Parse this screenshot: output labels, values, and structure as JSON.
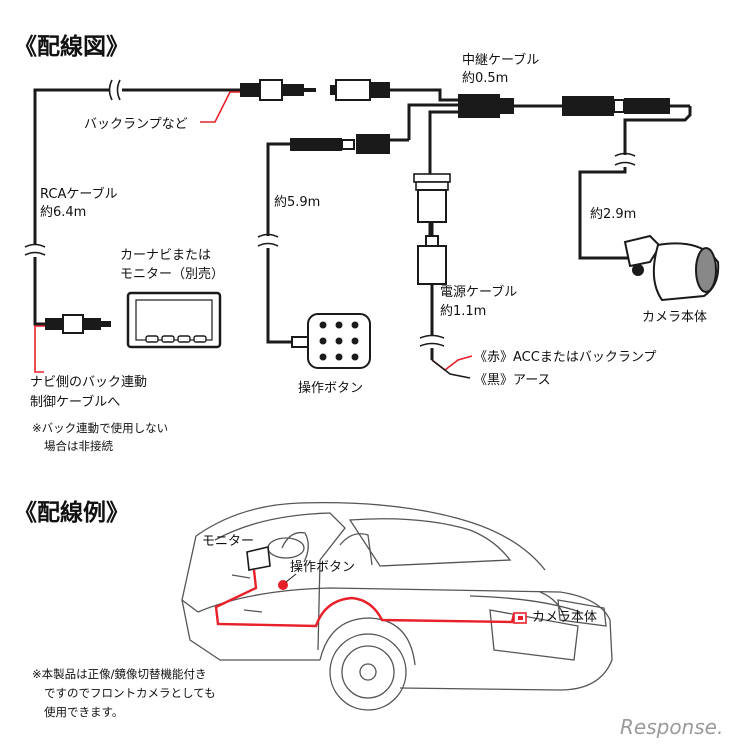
{
  "wiring_title": "《配線図》",
  "example_title": "《配線例》",
  "labels": {
    "relay_cable": "中継ケーブル",
    "relay_len": "約0.5m",
    "back_lamp": "バックランプなど",
    "rca_cable": "RCAケーブル",
    "rca_len": "約6.4m",
    "len_59": "約5.9m",
    "nav_l1": "カーナビまたは",
    "nav_l2": "モニター（別売）",
    "camera_len": "約2.9m",
    "power_cable": "電源ケーブル",
    "power_len": "約1.1m",
    "camera_body": "カメラ本体",
    "red_wire": "《赤》ACCまたはバックランプ",
    "black_wire": "《黒》アース",
    "op_button": "操作ボタン",
    "nav_side_l1": "ナビ側のバック連動",
    "nav_side_l2": "制御ケーブルへ",
    "note1_l1": "※バック連動で使用しない",
    "note1_l2": "場合は非接続"
  },
  "example": {
    "monitor": "モニター",
    "op_button": "操作ボタン",
    "camera_body": "カメラ本体",
    "note_l1": "※本製品は正像/鏡像切替機能付き",
    "note_l2": "ですのでフロントカメラとしても",
    "note_l3": "使用できます。"
  },
  "logo": "Response.",
  "colors": {
    "wire": "#1a1a1a",
    "red": "#e8202a",
    "logo": "#9a9a9a"
  }
}
